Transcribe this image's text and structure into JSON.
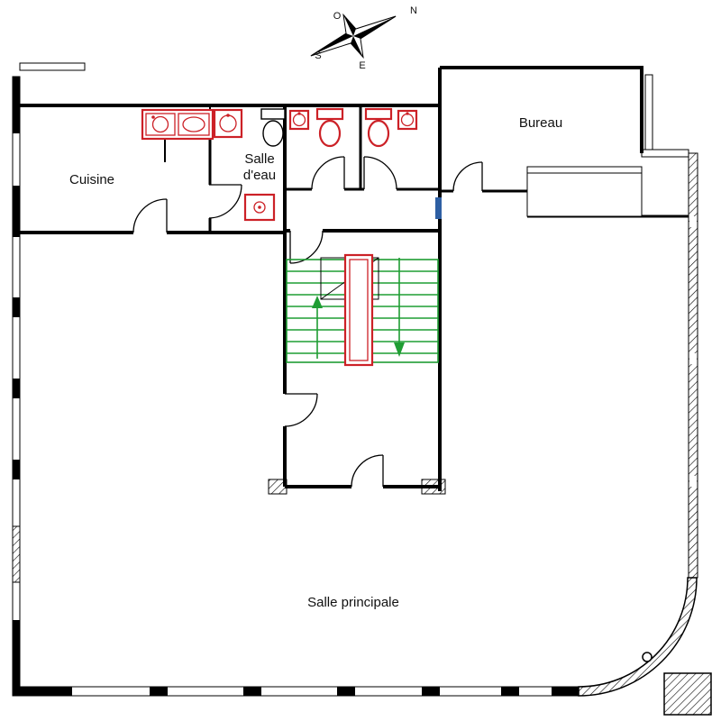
{
  "rooms": {
    "cuisine": "Cuisine",
    "salle_deau_line1": "Salle",
    "salle_deau_line2": "d'eau",
    "bureau": "Bureau",
    "salle_principale": "Salle principale"
  },
  "compass": {
    "n": "N",
    "o": "O",
    "s": "S",
    "e": "E"
  },
  "colors": {
    "wall_black": "#000000",
    "fixture_red": "#cc2127",
    "stair_green": "#1f9d33",
    "marker_blue": "#2e5fa3"
  }
}
